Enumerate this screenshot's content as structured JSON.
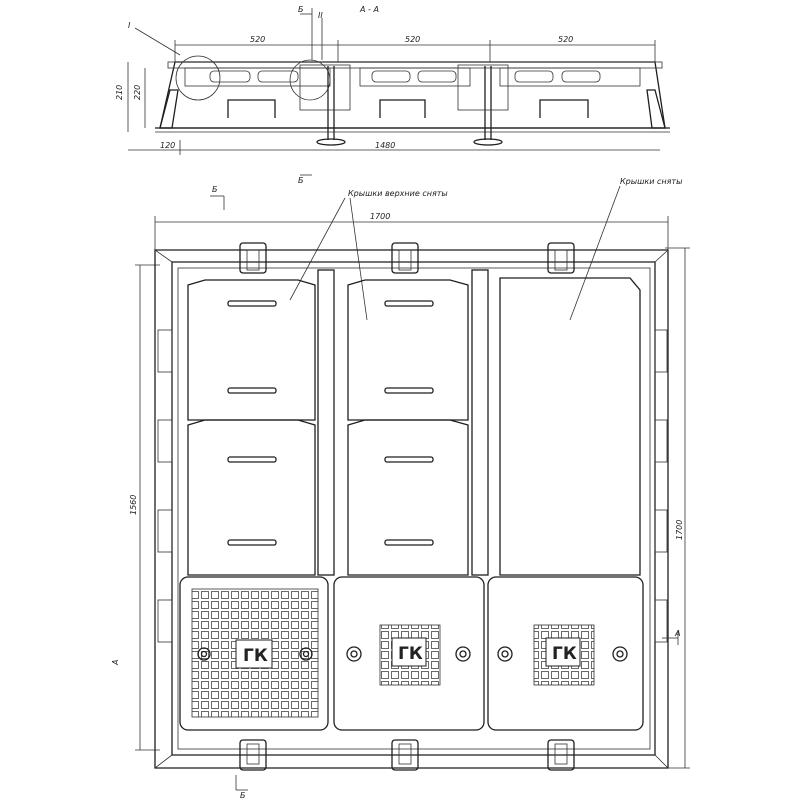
{
  "section": {
    "title": "А - А",
    "mark_b": "Б",
    "detail_roman": "II",
    "detail_one": "I",
    "dim_520": [
      "520",
      "520",
      "520"
    ],
    "dim_left_outer": "210",
    "dim_left_inner": "220",
    "dim_120": "120",
    "dim_1480": "1480"
  },
  "plan": {
    "label_top_covers": "Крышки верхние сняты",
    "label_covers_removed": "Крышки сняты",
    "dim_top": "1700",
    "dim_left": "1560",
    "dim_right": "1700",
    "mark_b_top": "Б",
    "mark_b_bottom": "Б",
    "mark_a_right": "А",
    "mark_a_left": "А"
  },
  "covers": [
    "ГК",
    "ГК",
    "ГК"
  ]
}
